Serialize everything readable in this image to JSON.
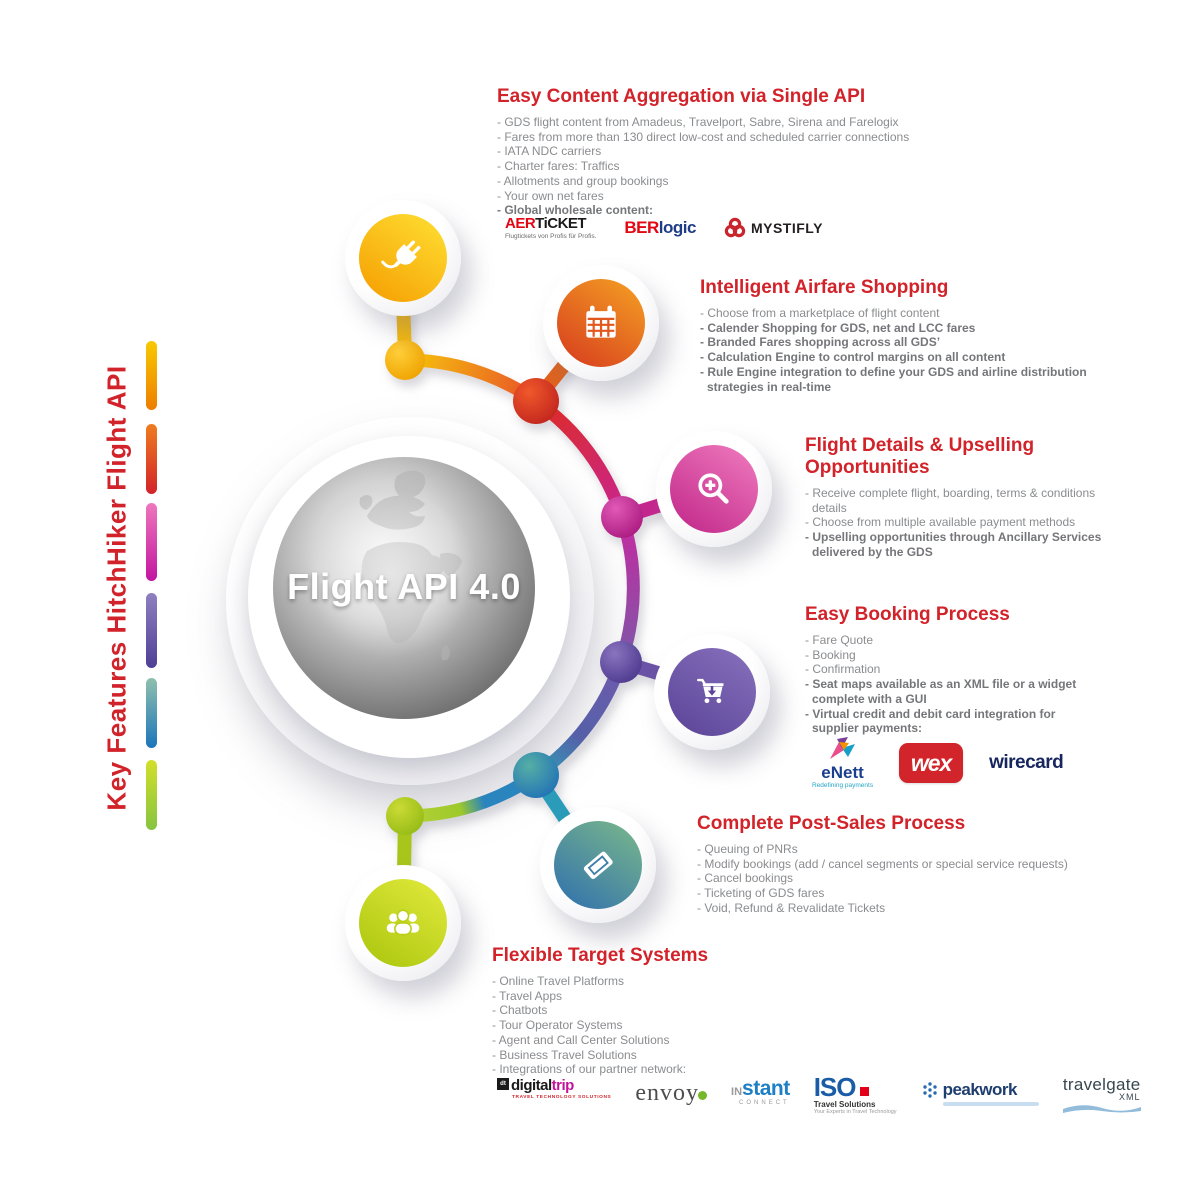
{
  "vertical_title": "Key Features HitchHiker Flight API",
  "center": {
    "label": "Flight API 4.0"
  },
  "colors": {
    "heading_red": "#d2232a",
    "body_gray": "#8a8c8f",
    "arc_yellow": "#f6c50b",
    "arc_red": "#dd2c23",
    "arc_magenta": "#c9268e",
    "arc_purple": "#6f55a8",
    "arc_teal": "#2e9fb5",
    "arc_green": "#a8c51e"
  },
  "feature_icons": [
    "plug-icon",
    "calendar-icon",
    "magnifier-plus-icon",
    "shopping-cart-icon",
    "ticket-icon",
    "people-group-icon"
  ],
  "sections": [
    {
      "heading": "Easy Content Aggregation via Single API",
      "items": [
        "- GDS flight content from Amadeus, Travelport, Sabre, Sirena and Farelogix",
        "- Fares from more than 130 direct low-cost and scheduled carrier connections",
        "- IATA NDC carriers",
        "- Charter fares: Traffics",
        "- Allotments and group bookings",
        "- Your own net fares",
        "- Global wholesale content:"
      ]
    },
    {
      "heading": "Intelligent Airfare Shopping",
      "items": [
        "- Choose from a marketplace of flight content",
        "- Calender Shopping for GDS, net and LCC fares",
        "- Branded Fares shopping across all GDS’",
        "- Calculation Engine to control margins on all content",
        "- Rule Engine integration to define your GDS and airline distribution strategies in real-time"
      ]
    },
    {
      "heading": "Flight Details & Upselling Opportunities",
      "items": [
        "- Receive complete flight, boarding, terms & conditions details",
        "- Choose from multiple available payment methods",
        "- Upselling opportunities through Ancillary Services delivered by the GDS"
      ]
    },
    {
      "heading": "Easy Booking Process",
      "items": [
        "- Fare Quote",
        "- Booking",
        "- Confirmation",
        "- Seat maps available as an XML file or a widget complete with a GUI",
        "- Virtual credit and debit card integration for supplier payments:"
      ]
    },
    {
      "heading": "Complete Post-Sales Process",
      "items": [
        "- Queuing of PNRs",
        "- Modify bookings (add / cancel segments or special service requests)",
        "- Cancel bookings",
        "- Ticketing of GDS fares",
        "- Void, Refund & Revalidate Tickets"
      ]
    },
    {
      "heading": "Flexible Target Systems",
      "items": [
        "- Online Travel Platforms",
        "- Travel Apps",
        "- Chatbots",
        "- Tour Operator Systems",
        "- Agent and Call Center Solutions",
        "- Business Travel Solutions",
        "- Integrations of our partner network:"
      ]
    }
  ],
  "wholesale_logos": {
    "aerticket": {
      "part1": "AER",
      "part2": "TiCKET",
      "tagline": "Flugtickets von Profis für Profis."
    },
    "berlogic": {
      "part1": "BER",
      "part2": "logic"
    },
    "mystifly": {
      "name": "MYSTIFLY"
    }
  },
  "payment_logos": {
    "enett": {
      "name": "eNett",
      "tagline": "Redefining payments"
    },
    "wex": {
      "name": "wex"
    },
    "wirecard": {
      "name": "wirecard"
    }
  },
  "partner_logos": {
    "digitaltrip": {
      "icon": "dt",
      "part1": "digital",
      "part2": "trip",
      "tagline": "TRAVEL TECHNOLOGY SOLUTIONS"
    },
    "envoy": {
      "name": "envoy"
    },
    "instant": {
      "part1": "IN",
      "part2": "stant",
      "sub": "CONNECT"
    },
    "iso": {
      "name": "ISO",
      "line2": "Travel Solutions",
      "line3": "Your Experts in Travel Technology"
    },
    "peakwork": {
      "name": "peakwork"
    },
    "travelgate": {
      "name": "travelgate",
      "sub": "XML"
    }
  }
}
